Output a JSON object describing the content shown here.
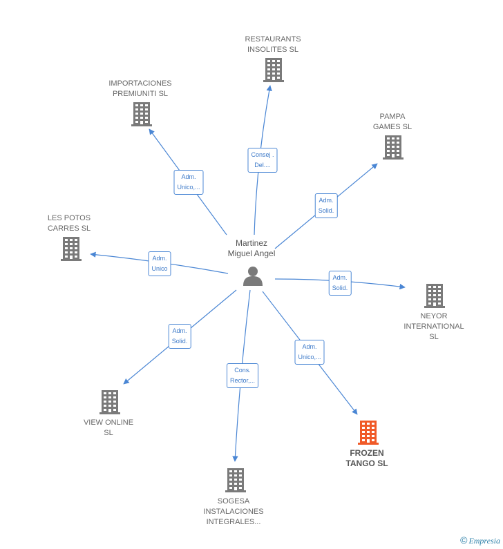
{
  "center": {
    "name_line1": "Martinez",
    "name_line2": "Miguel Angel"
  },
  "companies": [
    {
      "id": "restaurants",
      "line1": "RESTAURANTS",
      "line2": "INSOLITES  SL",
      "line3": "",
      "role_line1": "Consej .",
      "role_line2": "Del....",
      "highlight": false
    },
    {
      "id": "importaciones",
      "line1": "IMPORTACIONES",
      "line2": "PREMIUNITI  SL",
      "line3": "",
      "role_line1": "Adm.",
      "role_line2": "Unico,...",
      "highlight": false
    },
    {
      "id": "pampa",
      "line1": "PAMPA",
      "line2": "GAMES  SL",
      "line3": "",
      "role_line1": "Adm.",
      "role_line2": "Solid.",
      "highlight": false
    },
    {
      "id": "les-potos",
      "line1": "LES POTOS",
      "line2": "CARRES  SL",
      "line3": "",
      "role_line1": "Adm.",
      "role_line2": "Unico",
      "highlight": false
    },
    {
      "id": "neyor",
      "line1": "NEYOR",
      "line2": "INTERNATIONAL",
      "line3": "SL",
      "role_line1": "Adm.",
      "role_line2": "Solid.",
      "highlight": false
    },
    {
      "id": "view-online",
      "line1": "VIEW ONLINE",
      "line2": "SL",
      "line3": "",
      "role_line1": "Adm.",
      "role_line2": "Solid.",
      "highlight": false
    },
    {
      "id": "frozen-tango",
      "line1": "FROZEN",
      "line2": "TANGO  SL",
      "line3": "",
      "role_line1": "Adm.",
      "role_line2": "Unico,...",
      "highlight": true
    },
    {
      "id": "sogesa",
      "line1": "SOGESA",
      "line2": "INSTALACIONES",
      "line3": "INTEGRALES...",
      "role_line1": "Cons.",
      "role_line2": "Rector,...",
      "highlight": false
    }
  ],
  "colors": {
    "edge": "#4a86d4",
    "building": "#7a7a7a",
    "building_highlight": "#f05a28",
    "person": "#7a7a7a"
  },
  "footer": {
    "copyright": "©",
    "brand": "Empresia"
  }
}
